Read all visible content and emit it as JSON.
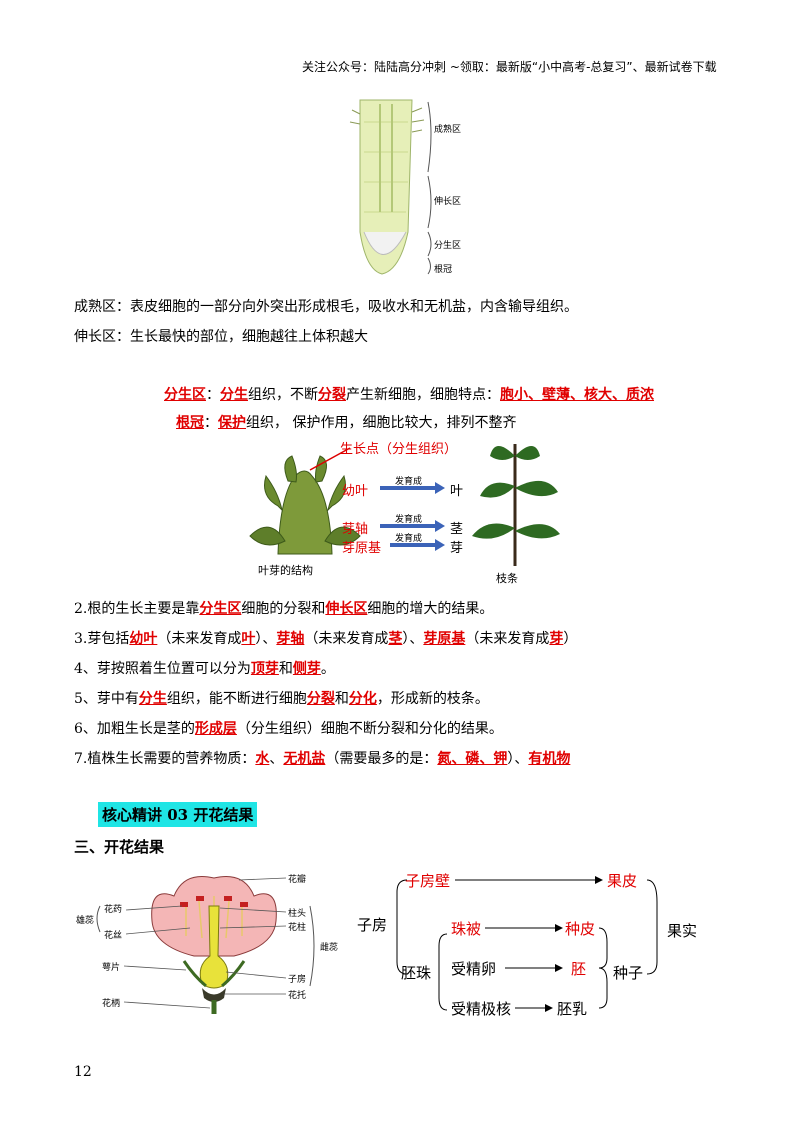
{
  "header": "关注公众号：陆陆高分冲刺 ~领取：最新版“小中高考-总复习”、最新试卷下载",
  "root_fig": {
    "labels": [
      "成熟区",
      "伸长区",
      "分生区",
      "根冠"
    ]
  },
  "para1": "成熟区：表皮细胞的一部分向外突出形成根毛，吸收水和无机盐，内含输导组织。",
  "para2": "伸长区：生长最快的部位，细胞越往上体积越大",
  "line_fs": {
    "a": "分生区",
    "b": "：",
    "c": "分生",
    "d": "组织，不断",
    "e": "分裂",
    "f": "产生新细胞，细胞特点：",
    "g": "胞小、壁薄、核大、质浓"
  },
  "line_gg": {
    "a": "根冠",
    "b": "：",
    "c": "保护",
    "d": "组织，  保护作用，细胞比较大，排列不整齐"
  },
  "bud_fig": {
    "growth_point": "生长点（分生组织）",
    "parts": [
      "幼叶",
      "芽轴",
      "芽原基"
    ],
    "arrow_label": "发育成",
    "results": [
      "叶",
      "茎",
      "芽"
    ],
    "caption_left": "叶芽的结构",
    "caption_right": "枝条"
  },
  "items": {
    "i2": [
      "2.根的生长主要是靠",
      "分生区",
      "细胞的分裂和",
      "伸长区",
      "细胞的增大的结果。"
    ],
    "i3": [
      "3.芽包括",
      "幼叶",
      "（未来发育成",
      "叶",
      "）、",
      "芽轴",
      "（未来发育成",
      "茎",
      "）、",
      "芽原基",
      "（未来发育成",
      "芽",
      "）"
    ],
    "i4": [
      "4、芽按照着生位置可以分为",
      "顶芽",
      "和",
      "侧芽",
      "。"
    ],
    "i5": [
      "5、芽中有",
      "分生",
      "组织，能不断进行细胞",
      "分裂",
      "和",
      "分化",
      "，形成新的枝条。"
    ],
    "i6": [
      "6、加粗生长是茎的",
      "形成层",
      "（分生组织）细胞不断分裂和分化的结果。"
    ],
    "i7": [
      "7.植株生长需要的营养物质：",
      "水",
      "、",
      "无机盐",
      "（需要最多的是：",
      "氮、磷、钾",
      "）、",
      "有机物"
    ]
  },
  "section_title": "核心精讲 03 开花结果",
  "subsection": "三、开花结果",
  "flower_fig": {
    "left_labels": [
      "花药",
      "雄蕊",
      "花丝",
      "萼片",
      "花柄"
    ],
    "right_labels": [
      "花瓣",
      "柱头",
      "花柱",
      "雌蕊",
      "子房",
      "花托"
    ]
  },
  "fruit_diagram": {
    "ovary": "子房",
    "ovary_wall": "子房壁",
    "pericarp": "果皮",
    "ovule": "胚珠",
    "integument": "珠被",
    "seed_coat": "种皮",
    "zygote": "受精卵",
    "embryo": "胚",
    "polar": "受精极核",
    "endosperm": "胚乳",
    "seed": "种子",
    "fruit": "果实"
  },
  "page_number": "12"
}
